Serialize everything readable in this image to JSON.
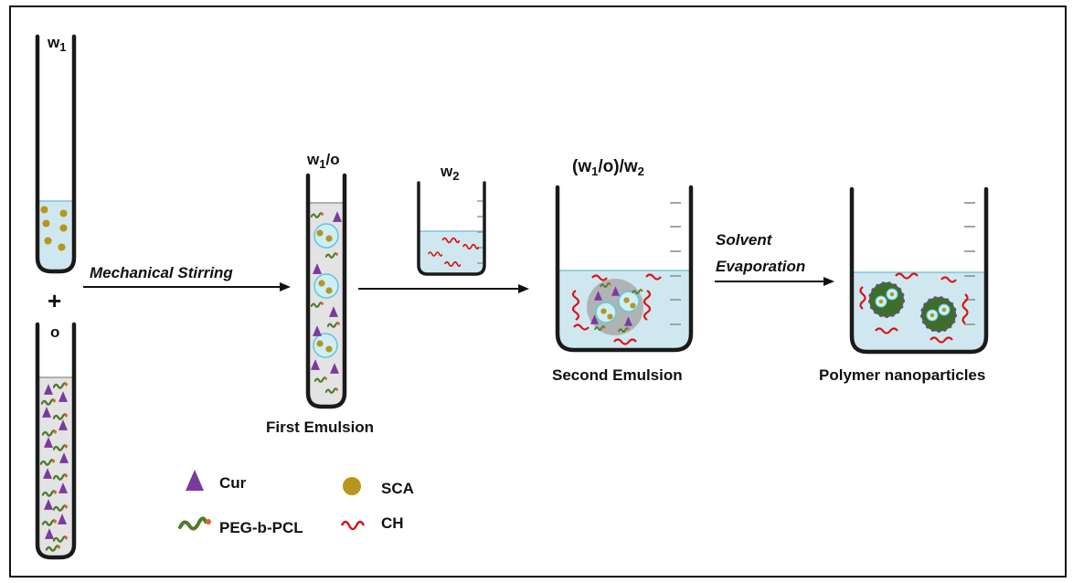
{
  "labels": {
    "w1": "w",
    "w1_sub": "1",
    "o": "o",
    "plus": "+",
    "w1o_main": "w",
    "w1o_sub": "1",
    "w1o_tail": "/o",
    "w2_main": "w",
    "w2_sub": "2",
    "double_a": "(w",
    "double_sub1": "1",
    "double_b": "/o)/w",
    "double_sub2": "2",
    "mechanical_stirring": "Mechanical Stirring",
    "solvent_evaporation_1": "Solvent",
    "solvent_evaporation_2": "Evaporation",
    "first_emulsion": "First Emulsion",
    "second_emulsion": "Second Emulsion",
    "polymer_nanoparticles": "Polymer nanoparticles"
  },
  "legend": {
    "cur": "Cur",
    "sca": "SCA",
    "peg": "PEG-b-PCL",
    "ch": "CH"
  },
  "colors": {
    "liquid": "#cfe8f0",
    "liquid_line": "#7ec3d8",
    "cur": "#7b3a9e",
    "sca": "#b8961e",
    "peg": "#4f7a2a",
    "peg_tip": "#e0662a",
    "ch": "#dd1111",
    "droplet": "#5ec8dc",
    "nanoparticle": "#3d6e2c",
    "glass": "#1a1a1a"
  },
  "icons": {
    "cur": "triangle-icon",
    "sca": "circle-icon",
    "peg": "wavy-polymer-icon",
    "ch": "wavy-chain-icon"
  }
}
